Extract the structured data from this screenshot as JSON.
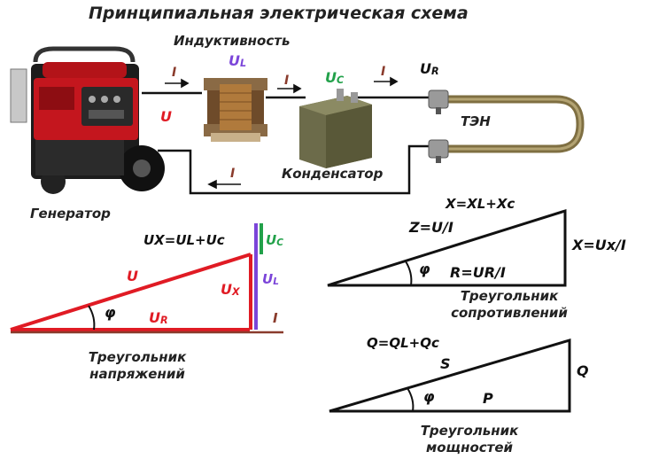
{
  "title": "Принципиальная электрическая схема",
  "labels": {
    "inductance": "Индуктивность",
    "generator": "Генератор",
    "capacitor": "Конденсатор",
    "heater": "ТЭН"
  },
  "circuit": {
    "current": "I",
    "u_main": "U",
    "u_l": "U",
    "u_l_sub": "L",
    "u_c": "U",
    "u_c_sub": "C",
    "u_r": "U",
    "u_r_sub": "R"
  },
  "voltage_triangle": {
    "formula_top": "UX=UL+Uc",
    "hyp": "U",
    "side": "U",
    "side_sub": "X",
    "base": "U",
    "base_sub": "R",
    "angle": "φ",
    "u_c": "U",
    "u_c_sub": "C",
    "u_l": "U",
    "u_l_sub": "L",
    "current": "I",
    "caption_1": "Треугольник",
    "caption_2": "напряжений"
  },
  "resistance_triangle": {
    "formula_top": "X=XL+Xc",
    "hyp": "Z=U/I",
    "side": "X=Ux/I",
    "base": "R=UR/I",
    "angle": "φ",
    "caption_1": "Треугольник",
    "caption_2": "сопротивлений"
  },
  "power_triangle": {
    "formula_top": "Q=QL+Qc",
    "hyp": "S",
    "side": "Q",
    "base": "P",
    "angle": "φ",
    "caption_1": "Треугольник",
    "caption_2": "мощностей"
  },
  "colors": {
    "red": "#e01b24",
    "purple": "#7b45d9",
    "green": "#22a14a",
    "brown": "#8a3b2c",
    "wire": "#111111"
  }
}
